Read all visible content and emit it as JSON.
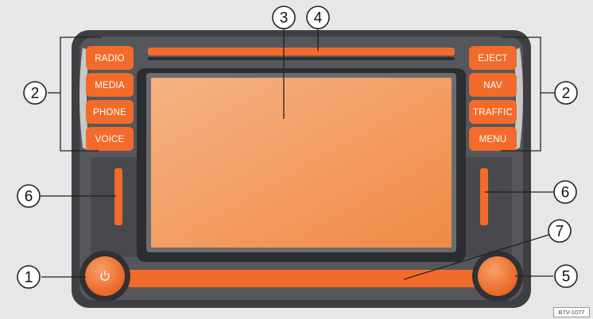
{
  "colors": {
    "background": "#e7e7e7",
    "unit_body": "#3d3f43",
    "orange": "#f26b2b",
    "screen_orange": "#f49a5c",
    "knob_orange": "#f36f2a",
    "callout_line": "#222222"
  },
  "left_buttons": [
    {
      "label": "RADIO"
    },
    {
      "label": "MEDIA"
    },
    {
      "label": "PHONE"
    },
    {
      "label": "VOICE"
    }
  ],
  "right_buttons": [
    {
      "label": "EJECT"
    },
    {
      "label": "NAV"
    },
    {
      "label": "TRAFFIC"
    },
    {
      "label": "MENU"
    }
  ],
  "left_knob": {
    "icon": "power-icon"
  },
  "callouts": [
    "1",
    "2",
    "2",
    "3",
    "4",
    "5",
    "6",
    "6",
    "7"
  ],
  "reference_code": "B7V-1077"
}
